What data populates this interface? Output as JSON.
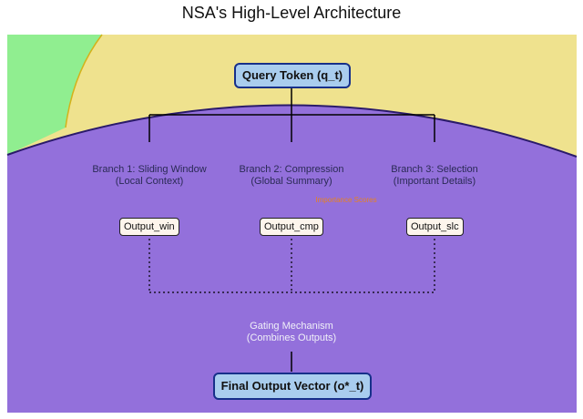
{
  "title": "NSA's High-Level Architecture",
  "query_token": "Query Token (q_t)",
  "branches": [
    {
      "line1": "Branch 1: Sliding Window",
      "line2": "(Local Context)",
      "output": "Output_win"
    },
    {
      "line1": "Branch 2: Compression",
      "line2": "(Global Summary)",
      "output": "Output_cmp"
    },
    {
      "line1": "Branch 3: Selection",
      "line2": "(Important Details)",
      "output": "Output_slc"
    }
  ],
  "importance_scores": "Importance Scores",
  "gating": {
    "line1": "Gating Mechanism",
    "line2": "(Combines Outputs)"
  },
  "final_output": "Final Output Vector (o*_t)",
  "colors": {
    "purple_region": "#9370db",
    "yellow_region": "#efe28e",
    "green_region": "#90ee90",
    "box_fill": "#a9cdee",
    "box_border": "#17308a",
    "importance_text": "#e8821e"
  }
}
